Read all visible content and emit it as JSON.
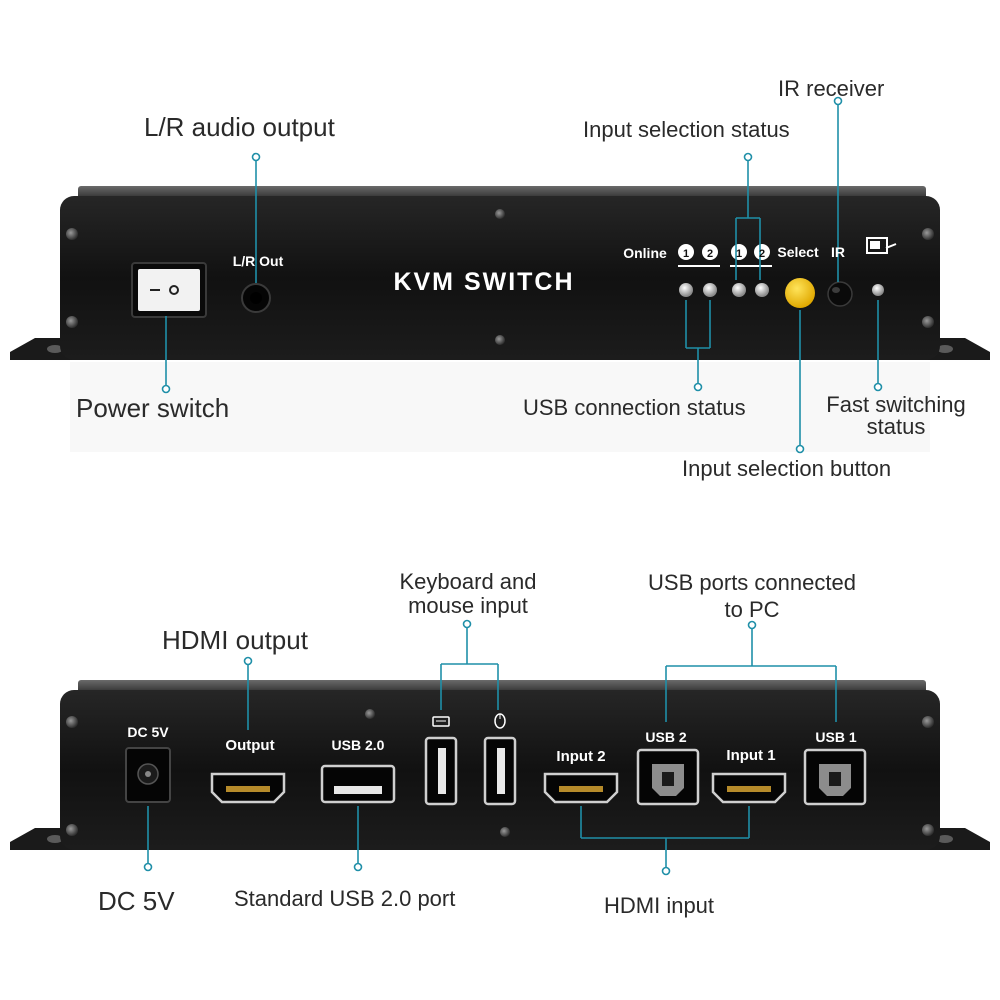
{
  "front": {
    "device_title": "KVM SWITCH",
    "panel_labels": {
      "lr_out": "L/R Out",
      "online": "Online",
      "num1": "1",
      "num2": "2",
      "select": "Select",
      "ir": "IR"
    },
    "callouts": {
      "lr_audio_output": "L/R audio output",
      "input_selection_status": "Input selection status",
      "ir_receiver": "IR receiver",
      "power_switch": "Power switch",
      "usb_connection_status": "USB connection status",
      "fast_switching_line1": "Fast switching",
      "fast_switching_line2": "status",
      "input_selection_button": "Input selection button"
    }
  },
  "back": {
    "panel_labels": {
      "dc": "DC 5V",
      "output": "Output",
      "usb20": "USB 2.0",
      "input2": "Input 2",
      "usb2": "USB 2",
      "input1": "Input 1",
      "usb1": "USB 1"
    },
    "callouts": {
      "keyboard_mouse_line1": "Keyboard and",
      "keyboard_mouse_line2": "mouse input",
      "usb_ports_pc_line1": "USB ports connected",
      "usb_ports_pc_line2": "to PC",
      "hdmi_output": "HDMI output",
      "dc5v": "DC 5V",
      "standard_usb": "Standard USB 2.0 port",
      "hdmi_input": "HDMI input"
    }
  },
  "colors": {
    "accent": "#1f8fa8",
    "panel": "#141414",
    "led_select": "#f5c400"
  }
}
